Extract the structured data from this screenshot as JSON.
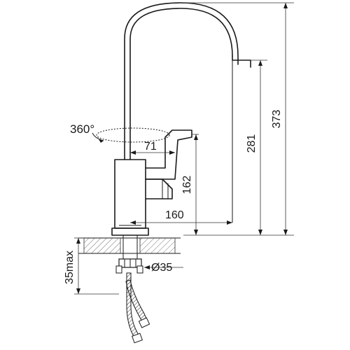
{
  "dimensions": {
    "rotation": "360°",
    "spout_reach": "71",
    "handle_height": "162",
    "body_reach": "160",
    "spout_height": "281",
    "total_height": "373",
    "hole_diameter": "Ø35",
    "max_deck_thickness": "35max"
  }
}
